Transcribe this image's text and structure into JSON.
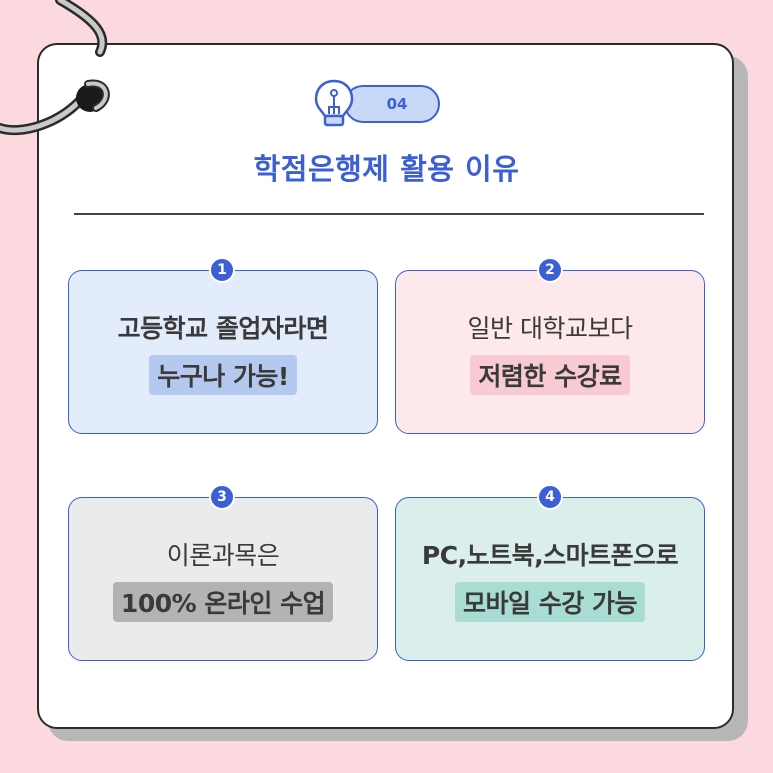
{
  "badge": {
    "number": "04"
  },
  "title": "학점은행제 활용 이유",
  "colors": {
    "accent": "#3d5fd6",
    "background": "#fcd9df"
  },
  "reasons": [
    {
      "number": "1",
      "line1": "고등학교 졸업자라면",
      "highlight": "누구나 가능!"
    },
    {
      "number": "2",
      "line1": "일반 대학교보다",
      "highlight": "저렴한 수강료"
    },
    {
      "number": "3",
      "line1": "이론과목은",
      "highlight": "100% 온라인 수업"
    },
    {
      "number": "4",
      "line1": "PC,노트북,스마트폰으로",
      "highlight": "모바일 수강 가능"
    }
  ]
}
